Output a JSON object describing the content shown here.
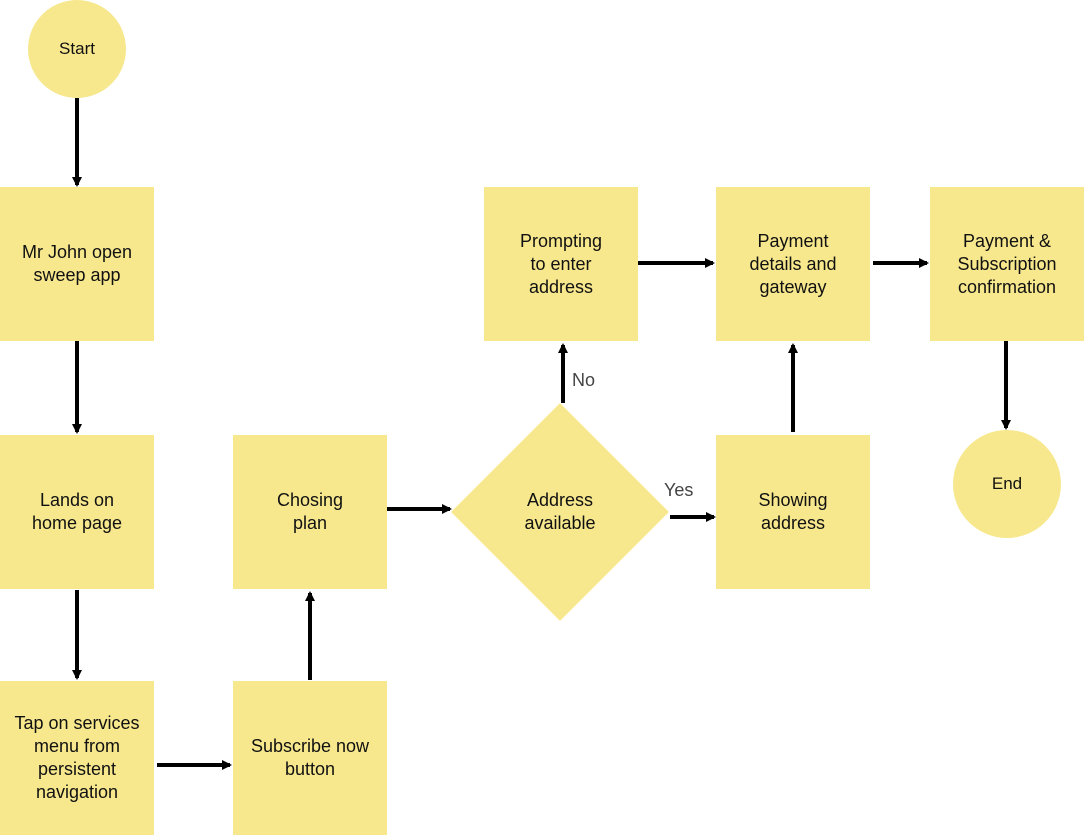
{
  "colors": {
    "node_fill": "#f7e88e",
    "arrow": "#000000",
    "text": "#111111",
    "edge_label": "#444444"
  },
  "nodes": {
    "start": "Start",
    "open_app": "Mr John open\nsweep app",
    "home_page": "Lands on\nhome page",
    "services_menu": "Tap on services\nmenu from\npersistent\nnavigation",
    "subscribe_button": "Subscribe now\nbutton",
    "choosing_plan": "Chosing\nplan",
    "address_available": "Address\navailable",
    "prompt_address": "Prompting\nto enter\naddress",
    "showing_address": "Showing\naddress",
    "payment_details": "Payment\ndetails and\ngateway",
    "confirmation": "Payment &\nSubscription\nconfirmation",
    "end": "End"
  },
  "edge_labels": {
    "no": "No",
    "yes": "Yes"
  }
}
